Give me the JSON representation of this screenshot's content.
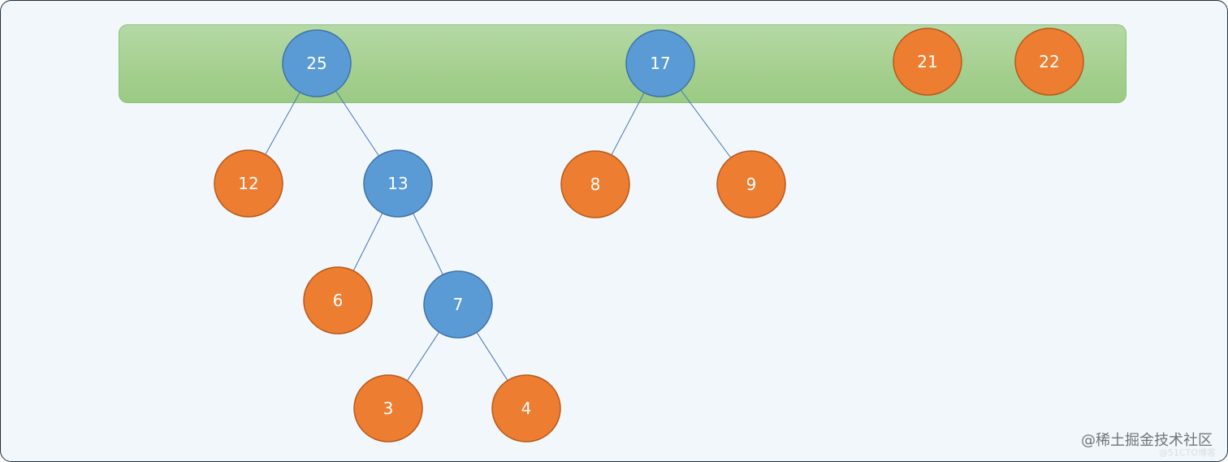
{
  "colors": {
    "blue": "#5b9bd5",
    "orange": "#ed7d31",
    "band": "#a6d090",
    "edge": "#4a74b8"
  },
  "roots": [
    "25",
    "17",
    "21",
    "22"
  ],
  "nodes": [
    {
      "id": "n25",
      "label": "25",
      "color": "blue"
    },
    {
      "id": "n17",
      "label": "17",
      "color": "blue"
    },
    {
      "id": "n21",
      "label": "21",
      "color": "orange"
    },
    {
      "id": "n22",
      "label": "22",
      "color": "orange"
    },
    {
      "id": "n12",
      "label": "12",
      "color": "orange"
    },
    {
      "id": "n13",
      "label": "13",
      "color": "blue"
    },
    {
      "id": "n8",
      "label": "8",
      "color": "orange"
    },
    {
      "id": "n9",
      "label": "9",
      "color": "orange"
    },
    {
      "id": "n6",
      "label": "6",
      "color": "orange"
    },
    {
      "id": "n7",
      "label": "7",
      "color": "blue"
    },
    {
      "id": "n3",
      "label": "3",
      "color": "orange"
    },
    {
      "id": "n4",
      "label": "4",
      "color": "orange"
    }
  ],
  "edges": [
    [
      "n25",
      "n12"
    ],
    [
      "n25",
      "n13"
    ],
    [
      "n17",
      "n8"
    ],
    [
      "n17",
      "n9"
    ],
    [
      "n13",
      "n6"
    ],
    [
      "n13",
      "n7"
    ],
    [
      "n7",
      "n3"
    ],
    [
      "n7",
      "n4"
    ]
  ],
  "watermark": "@稀土掘金技术社区",
  "watermark_faint": "@51CTO博客"
}
